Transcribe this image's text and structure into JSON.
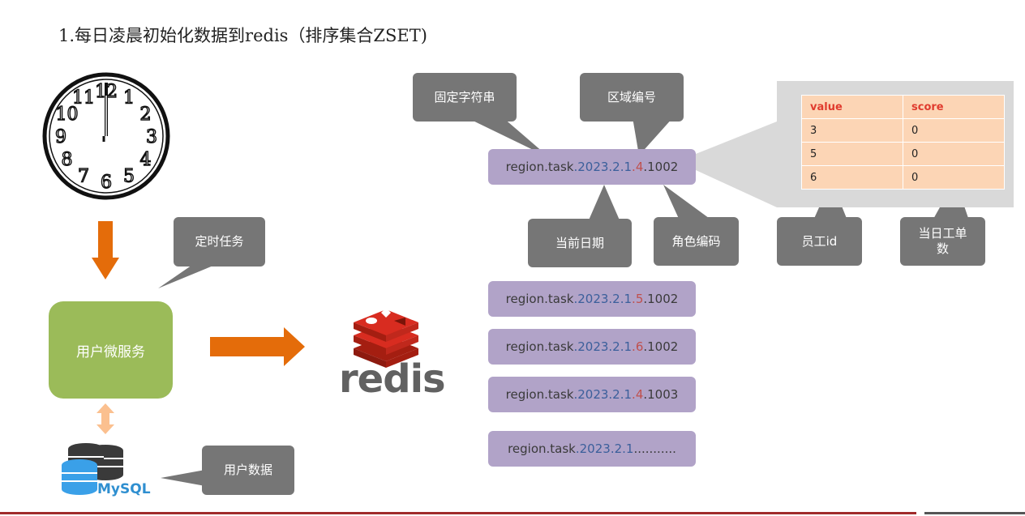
{
  "title": "1.每日凌晨初始化数据到redis（排序集合ZSET)",
  "clock": {
    "numbers": [
      "12",
      "1",
      "2",
      "3",
      "4",
      "5",
      "6",
      "7",
      "8",
      "9",
      "10",
      "11"
    ]
  },
  "callouts": {
    "scheduled_task": "定时任务",
    "fixed_string": "固定字符串",
    "region_code": "区域编号",
    "current_date": "当前日期",
    "role_code": "角色编码",
    "employee_id": "员工id",
    "daily_orders": "当日工单数",
    "user_data": "用户数据"
  },
  "service": {
    "label": "用户微服务"
  },
  "redis_logo": {
    "text": "redis"
  },
  "mysql_logo": {
    "text": "MySQL"
  },
  "keys": [
    {
      "prefix": "region.task",
      "date": ".2023.2.1",
      "region": ".4",
      "suffix": ".1002"
    },
    {
      "prefix": "region.task",
      "date": ".2023.2.1",
      "region": ".5",
      "suffix": ".1002"
    },
    {
      "prefix": "region.task",
      "date": ".2023.2.1",
      "region": ".6",
      "suffix": ".1002"
    },
    {
      "prefix": "region.task",
      "date": ".2023.2.1",
      "region": ".4",
      "suffix": ".1003"
    },
    {
      "prefix": "region.task",
      "date": ".2023.2.1",
      "region": "",
      "suffix": "..........."
    }
  ],
  "zset_table": {
    "headers": [
      "value",
      "score"
    ],
    "rows": [
      [
        "3",
        "0"
      ],
      [
        "5",
        "0"
      ],
      [
        "6",
        "0"
      ]
    ]
  },
  "colors": {
    "arrow_orange": "#e46c0a",
    "callout_gray": "#767676",
    "key_purple": "#b1a3c8",
    "service_green": "#9bbb59",
    "redis_red": "#d82c20",
    "mysql_blue": "#2f8fd0"
  }
}
